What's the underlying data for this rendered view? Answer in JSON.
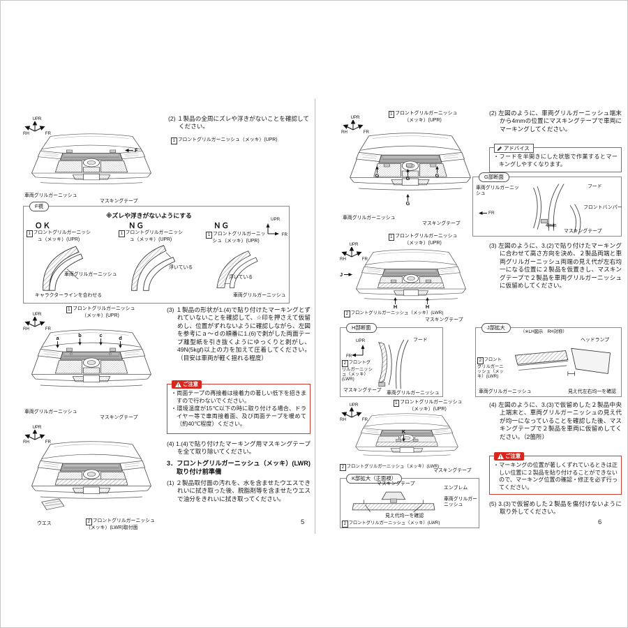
{
  "common": {
    "n1": "1",
    "n2": "2",
    "upr": "UPR",
    "rh": "RH",
    "fr": "FR",
    "part1": "フロントグリルガーニッシュ（メッキ）(UPR)",
    "part2": "フロントグリルガーニッシュ（メッキ）(LWR)",
    "vehicle_grille": "車両グリルガーニッシュ",
    "masking_tape": "マスキングテープ",
    "hood": "フード",
    "caution": "ご注意",
    "advice": "アドバイス"
  },
  "page5": {
    "num": "5",
    "step2": "(2) １製品の全周にズレや浮きがないことを確認してください。",
    "view_f": "F",
    "fbox": {
      "tab": "F視",
      "heading": "※ズレや浮きがないようにする",
      "ok": "ＯＫ",
      "ng": "ＮＧ",
      "character_line": "キャラクターラインを合わせる",
      "floating": "浮いている"
    },
    "marks": {
      "a": "a",
      "b": "b",
      "c": "c",
      "d": "d",
      "star": "☆"
    },
    "step3": "(3) １製品の形状が1.(4)で貼り付けたマーキングとずれていないことを確認して、☆印を押さえて仮留めし、位置がずれないように確認しながら、左図を参考にａ～ｄの順番に1.(6)で剥がした両面テープ離型紙を引き抜くようにゆっくりと剥がし、49N(5kgf)以上の力を加えて圧着してください。（目安は車両が軽く揺れる程度）",
    "caution_items": [
      "・両面テープの再接着は接着力の著しい低下を招きますので行わないでください。",
      "・環境温度が15℃以下の時に取り付ける場合、ドライヤー等で車両接着面、及び両面テープを暖めて（約40℃程度）ください。"
    ],
    "step4": "(4) 1.(4)で貼り付けたマーキング用マスキングテープを全て取り除いてください。",
    "sec3_heading": "3．フロントグリルガーニッシュ（メッキ）(LWR)",
    "sec3_heading2": "取り付け前準備",
    "sec3_step1": "(1) ２製品取付面の汚れを、水を含ませたウエスできれいに拭き取った後、脱脂剤等を含ませたウエスで油分をきれいに拭き取ってください。",
    "wes": "ウエス",
    "part2_face": "フロントグリルガーニッシュ（メッキ）(LWR)取付面"
  },
  "page6": {
    "num": "6",
    "step2": "(2) 左図のように、車両グリルガーニッシュ端末から4mmの位置にマスキングテープで車両にマーキングしてください。",
    "advice_text": "・フードを半開きにした状態で作業するとマーキングしやすくなります。",
    "gbox": {
      "tab": "G部断面",
      "bumper": "フロントバンパー",
      "dim": "4mm"
    },
    "step3": "(3) 左図のように、3.(2)で貼り付けたマーキングに合わせて高さ方向を決め、２製品両端と車両グリルガーニッシュ両端の見え代が左右均一になる位置に２製品を仮置きし、マスキングテープで２製品を車両グリルガーニッシュに仮留めしてください。",
    "hbox": {
      "tab": "H部断面"
    },
    "jbox": {
      "tab": "J部拡大",
      "note": "（※LH図示　RH対称）",
      "headlamp": "ヘッドランプ",
      "check": "見え代左右均一を確認"
    },
    "step4": "(4) 左図のように、3.(3)で仮留めした２製品中央上端末と、車両グリルガーニッシュの見え代が均一になっていることを確認した後、マスキングテープで２製品を車両に仮留めしてください。（2箇所）",
    "caution_items": [
      "・マーキングの位置が著しくずれているときは正しい位置に２製品を貼り付けることができないので、マーキング位置の確認・修正を必ず行ってください。"
    ],
    "step5": "(5) 3.(3)で仮留めした２製品を傷付けないように取り外してください。",
    "kbox": {
      "tab": "K部拡大（正面視）",
      "emblem": "エンブレム",
      "check": "見え代均一を確認"
    },
    "g": "G",
    "h": "H",
    "j": "J",
    "k": "K"
  }
}
